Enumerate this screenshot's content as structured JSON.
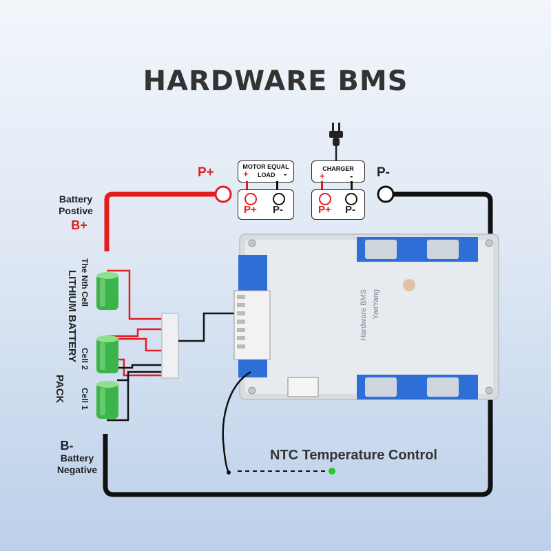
{
  "title": "HARDWARE BMS",
  "terminals": {
    "p_plus": "P+",
    "p_minus": "P-"
  },
  "load_box": {
    "title_line1": "MOTOR EQUAL",
    "title_line2": "LOAD",
    "plus": "+",
    "minus": "-",
    "out_plus": "P+",
    "out_minus": "P-"
  },
  "charger_box": {
    "title": "CHARGER",
    "plus": "+",
    "minus": "-",
    "out_plus": "P+",
    "out_minus": "P-"
  },
  "battery_positive": {
    "line1": "Battery",
    "line2": "Postive",
    "symbol": "B+"
  },
  "battery_negative": {
    "symbol": "B-",
    "line1": "Battery",
    "line2": "Negative"
  },
  "pack_label_line1": "LITHIUM BATTERY",
  "pack_label_line2": "PACK",
  "cells": {
    "nth": "The Nth Cell",
    "cell2": "Cell 2",
    "cell1": "Cell 1"
  },
  "ntc_label": "NTC Temperature Control",
  "board": {
    "brand": "YanYang",
    "name": "Hardware BMS"
  },
  "colors": {
    "positive_wire": "#e31c1c",
    "negative_wire": "#111111",
    "cell_green": "#3bb54a",
    "ntc_dot": "#22cc22"
  }
}
